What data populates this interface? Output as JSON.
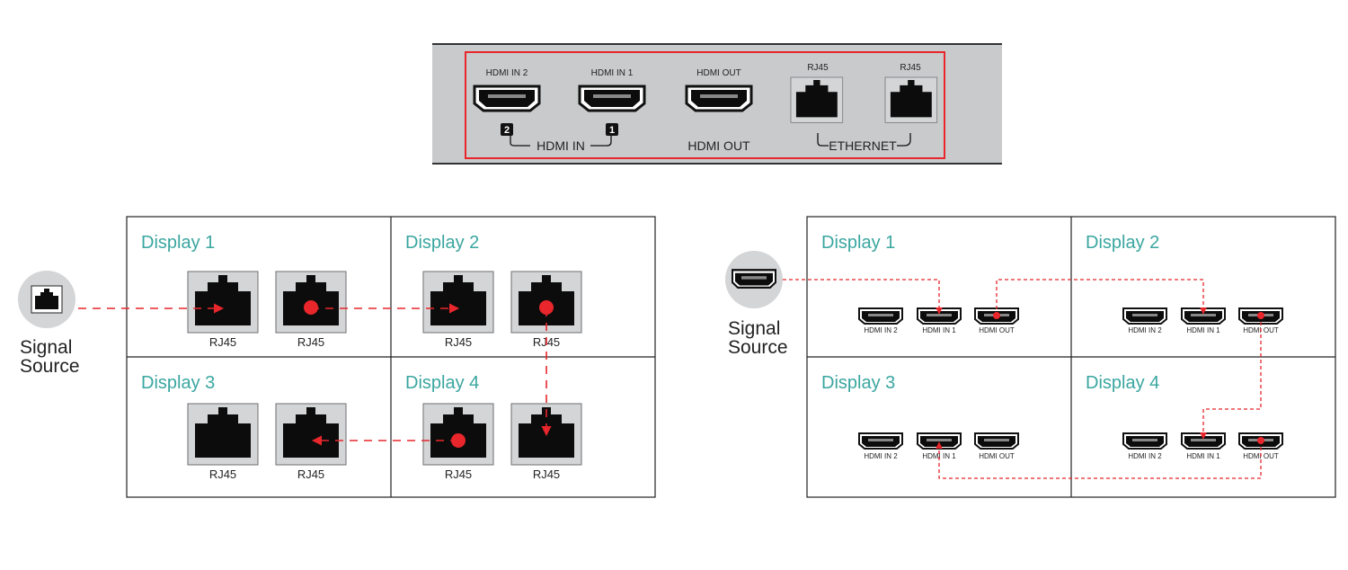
{
  "panel": {
    "ports": [
      "HDMI IN 2",
      "HDMI IN 1",
      "HDMI OUT",
      "RJ45",
      "RJ45"
    ],
    "badges": [
      "2",
      "1"
    ],
    "group_hdmi_in": "HDMI IN",
    "group_hdmi_out": "HDMI OUT",
    "group_ethernet": "ETHERNET"
  },
  "rj45_wall": {
    "source_label_line1": "Signal",
    "source_label_line2": "Source",
    "displays": [
      "Display 1",
      "Display 2",
      "Display 3",
      "Display 4"
    ],
    "port_label": "RJ45"
  },
  "hdmi_wall": {
    "source_label_line1": "Signal",
    "source_label_line2": "Source",
    "displays": [
      "Display 1",
      "Display 2",
      "Display 3",
      "Display 4"
    ],
    "port_labels": [
      "HDMI IN 2",
      "HDMI IN 1",
      "HDMI OUT"
    ]
  },
  "colors": {
    "accent": "#3aa6a0",
    "signal": "#e8262b",
    "panel": "#c9cacc"
  }
}
